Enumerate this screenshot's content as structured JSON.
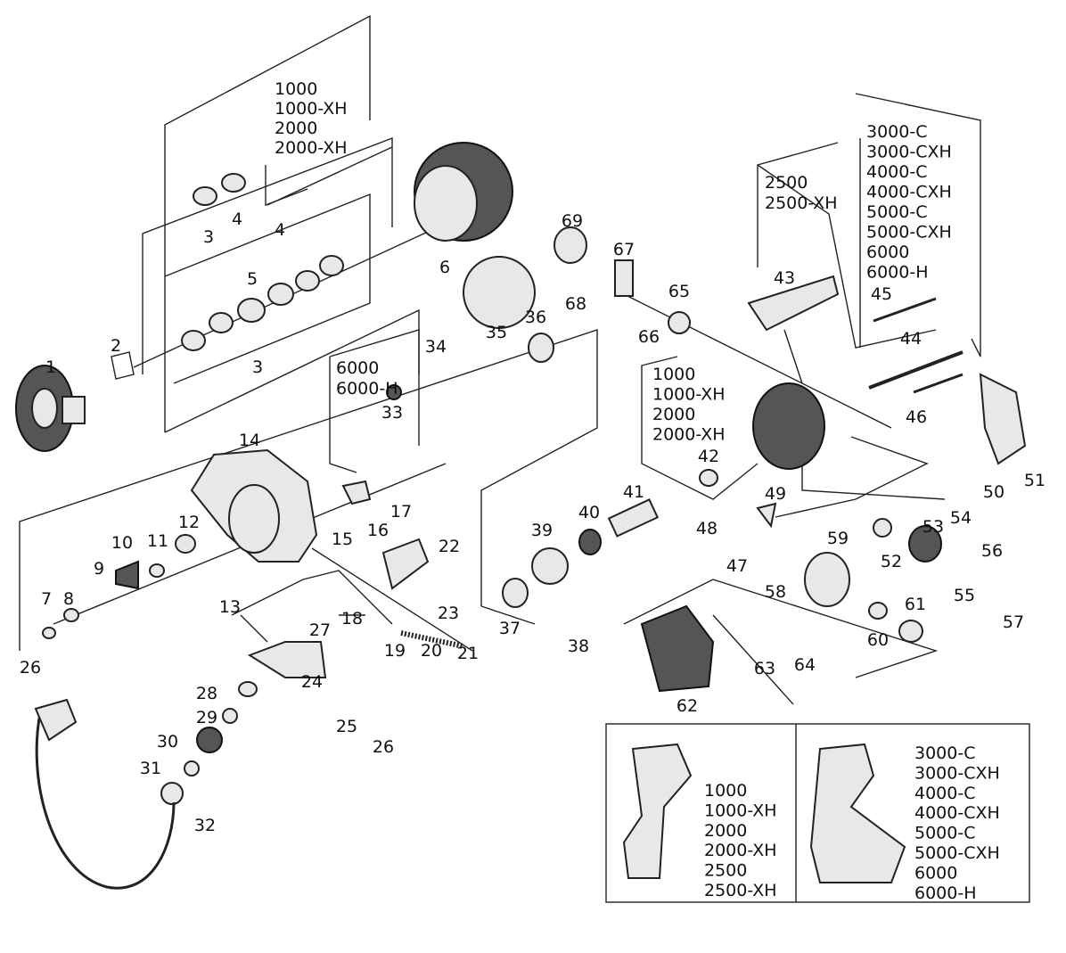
{
  "part_numbers": [
    "1",
    "2",
    "3",
    "4",
    "4",
    "5",
    "3",
    "6",
    "69",
    "67",
    "68",
    "65",
    "66",
    "35",
    "36",
    "34",
    "33",
    "14",
    "12",
    "11",
    "10",
    "9",
    "8",
    "7",
    "13",
    "15",
    "16",
    "17",
    "22",
    "23",
    "18",
    "19",
    "20",
    "21",
    "27",
    "24",
    "25",
    "26",
    "26",
    "28",
    "29",
    "30",
    "31",
    "32",
    "39",
    "40",
    "41",
    "37",
    "38",
    "42",
    "43",
    "45",
    "44",
    "46",
    "50",
    "51",
    "49",
    "48",
    "47",
    "53",
    "54",
    "52",
    "56",
    "55",
    "57",
    "59",
    "58",
    "61",
    "60",
    "62",
    "63",
    "64"
  ],
  "model_groups": {
    "spool_washers_top": [
      "1000",
      "1000-XH",
      "2000",
      "2000-XH"
    ],
    "bail_6000": [
      "6000",
      "6000-H"
    ],
    "rotor_small": [
      "1000",
      "1000-XH",
      "2000",
      "2000-XH"
    ],
    "rotor_2500": [
      "2500",
      "2500-XH"
    ],
    "rotor_large": [
      "3000-C",
      "3000-CXH",
      "4000-C",
      "4000-CXH",
      "5000-C",
      "5000-CXH",
      "6000",
      "6000-H"
    ],
    "handle_small": [
      "1000",
      "1000-XH",
      "2000",
      "2000-XH",
      "2500",
      "2500-XH"
    ],
    "handle_large": [
      "3000-C",
      "3000-CXH",
      "4000-C",
      "4000-CXH",
      "5000-C",
      "5000-CXH",
      "6000",
      "6000-H"
    ]
  }
}
